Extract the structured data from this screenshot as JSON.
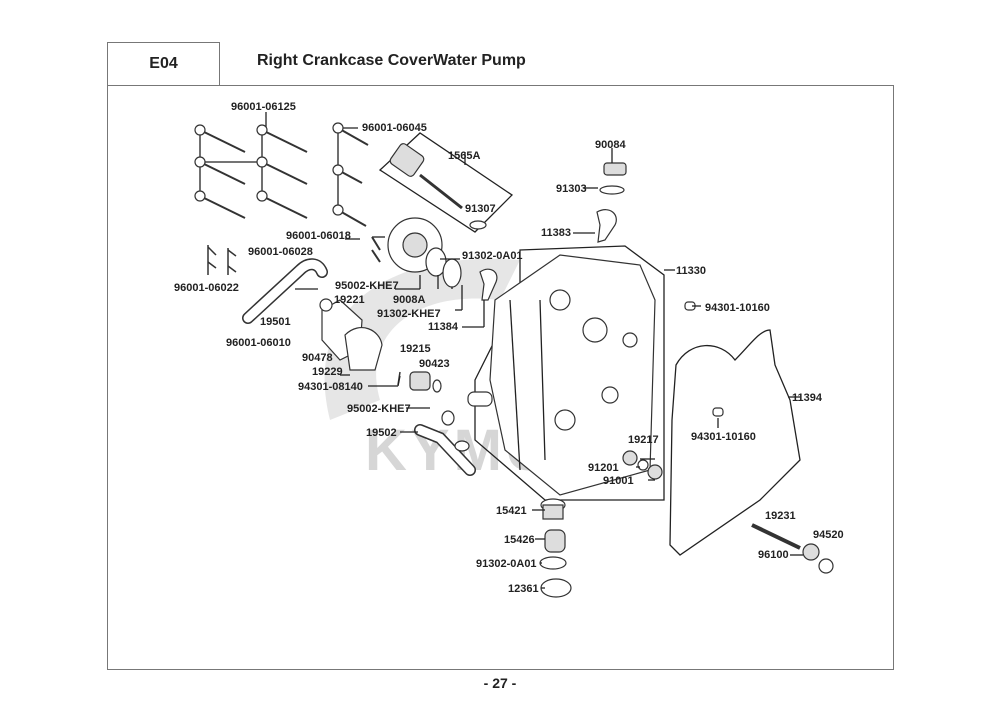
{
  "header": {
    "section_code": "E04",
    "title": "Right Crankcase CoverWater Pump"
  },
  "watermark": "KYMCO",
  "page_number": "- 27 -",
  "parts": [
    {
      "id": "p1",
      "number": "96001-06125"
    },
    {
      "id": "p2",
      "number": "96001-06045"
    },
    {
      "id": "p3",
      "number": "1565A"
    },
    {
      "id": "p4",
      "number": "91307"
    },
    {
      "id": "p5",
      "number": "90084"
    },
    {
      "id": "p6",
      "number": "91303"
    },
    {
      "id": "p7",
      "number": "11383"
    },
    {
      "id": "p8",
      "number": "96001-06018"
    },
    {
      "id": "p9",
      "number": "96001-06028"
    },
    {
      "id": "p10",
      "number": "96001-06022"
    },
    {
      "id": "p11",
      "number": "95002-KHE7"
    },
    {
      "id": "p12",
      "number": "91302-0A01"
    },
    {
      "id": "p13",
      "number": "19221"
    },
    {
      "id": "p14",
      "number": "9008A"
    },
    {
      "id": "p15",
      "number": "91302-KHE7"
    },
    {
      "id": "p16",
      "number": "11384"
    },
    {
      "id": "p17",
      "number": "19501"
    },
    {
      "id": "p18",
      "number": "96001-06010"
    },
    {
      "id": "p19",
      "number": "90478"
    },
    {
      "id": "p20",
      "number": "19215"
    },
    {
      "id": "p21",
      "number": "90423"
    },
    {
      "id": "p22",
      "number": "19229"
    },
    {
      "id": "p23",
      "number": "94301-08140"
    },
    {
      "id": "p24",
      "number": "95002-KHE7"
    },
    {
      "id": "p25",
      "number": "19502"
    },
    {
      "id": "p26",
      "number": "11330"
    },
    {
      "id": "p27",
      "number": "94301-10160"
    },
    {
      "id": "p28",
      "number": "11394"
    },
    {
      "id": "p29",
      "number": "94301-10160"
    },
    {
      "id": "p30",
      "number": "19217"
    },
    {
      "id": "p31",
      "number": "91201"
    },
    {
      "id": "p32",
      "number": "91001"
    },
    {
      "id": "p33",
      "number": "15421"
    },
    {
      "id": "p34",
      "number": "15426"
    },
    {
      "id": "p35",
      "number": "91302-0A01"
    },
    {
      "id": "p36",
      "number": "12361"
    },
    {
      "id": "p37",
      "number": "19231"
    },
    {
      "id": "p38",
      "number": "94520"
    },
    {
      "id": "p39",
      "number": "96100"
    }
  ]
}
